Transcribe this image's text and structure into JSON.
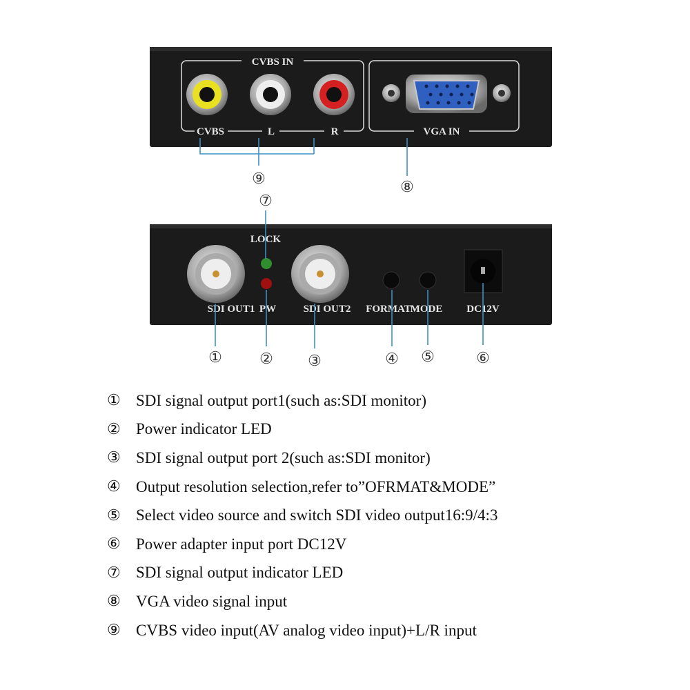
{
  "top_panel": {
    "cvbs_in_title": "CVBS IN",
    "cvbs_label": "CVBS",
    "l_label": "L",
    "r_label": "R",
    "vga_in_label": "VGA IN"
  },
  "bottom_panel": {
    "lock_label": "LOCK",
    "sdi_out1_label": "SDI OUT1",
    "pw_label": "PW",
    "sdi_out2_label": "SDI OUT2",
    "format_label": "FORMAT",
    "mode_label": "MODE",
    "dc12v_label": "DC12V"
  },
  "callouts": [
    "①",
    "②",
    "③",
    "④",
    "⑤",
    "⑥",
    "⑦",
    "⑧",
    "⑨"
  ],
  "legend": [
    {
      "num": "①",
      "text": "SDI signal output port1(such as:SDI monitor)"
    },
    {
      "num": "②",
      "text": "Power indicator LED"
    },
    {
      "num": "③",
      "text": "SDI signal output port 2(such as:SDI monitor)"
    },
    {
      "num": "④",
      "text": "Output resolution selection,refer to”OFRMAT&MODE”"
    },
    {
      "num": "⑤",
      "text": "Select video source and switch SDI video output16:9/4:3"
    },
    {
      "num": "⑥",
      "text": "Power adapter input port DC12V"
    },
    {
      "num": "⑦",
      "text": "SDI signal output indicator LED"
    },
    {
      "num": "⑧",
      "text": "VGA video signal input"
    },
    {
      "num": "⑨",
      "text": "CVBS video input(AV analog video input)+L/R input"
    }
  ],
  "colors": {
    "leader_line": "#3d8fc4",
    "panel": "#1b1b1b",
    "vga": "#2f5fbf",
    "rca_yellow": "#e8e020",
    "rca_red": "#d42020",
    "led_green": "#2f8f2f",
    "led_red": "#a01010"
  }
}
